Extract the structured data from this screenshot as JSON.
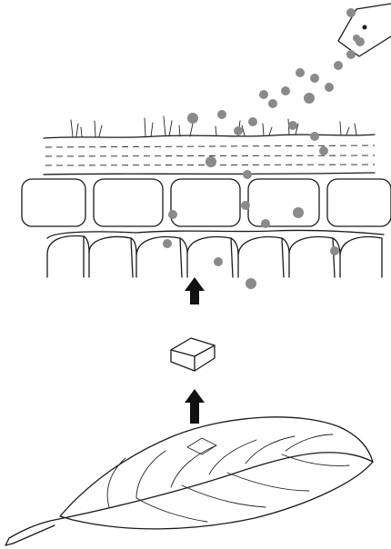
{
  "colors": {
    "background": "#d5d9e8",
    "panel": "#ffffff",
    "ink": "#1a1a1a",
    "particle": "#8a8a8a",
    "arrow": "#111111"
  },
  "icons": {
    "dispenser": "spray-nozzle-icon",
    "arrow": "up-arrow-icon",
    "sample": "cube-sample-icon",
    "source": "leaf-icon"
  },
  "stages": [
    {
      "id": "particle-application",
      "depicts": "dispenser"
    },
    {
      "id": "leaf-cross-section",
      "depicts": "cuticle-epidermis-palisade"
    },
    {
      "id": "tissue-block",
      "depicts": "cube"
    },
    {
      "id": "whole-leaf",
      "depicts": "leaf"
    }
  ]
}
